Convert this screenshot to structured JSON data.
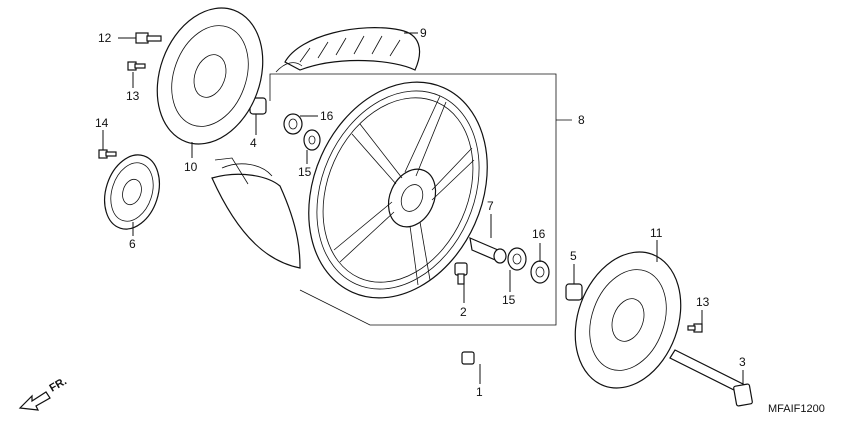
{
  "diagram": {
    "code": "MFAIF1200",
    "front_indicator": "FR.",
    "callouts": [
      {
        "id": "c1",
        "label": "1"
      },
      {
        "id": "c2",
        "label": "2"
      },
      {
        "id": "c3",
        "label": "3"
      },
      {
        "id": "c4",
        "label": "4"
      },
      {
        "id": "c5",
        "label": "5"
      },
      {
        "id": "c6",
        "label": "6"
      },
      {
        "id": "c7",
        "label": "7"
      },
      {
        "id": "c8",
        "label": "8"
      },
      {
        "id": "c9",
        "label": "9"
      },
      {
        "id": "c10",
        "label": "10"
      },
      {
        "id": "c11",
        "label": "11"
      },
      {
        "id": "c12",
        "label": "12"
      },
      {
        "id": "c13a",
        "label": "13"
      },
      {
        "id": "c13b",
        "label": "13"
      },
      {
        "id": "c14",
        "label": "14"
      },
      {
        "id": "c15a",
        "label": "15"
      },
      {
        "id": "c15b",
        "label": "15"
      },
      {
        "id": "c16a",
        "label": "16"
      },
      {
        "id": "c16b",
        "label": "16"
      }
    ]
  }
}
